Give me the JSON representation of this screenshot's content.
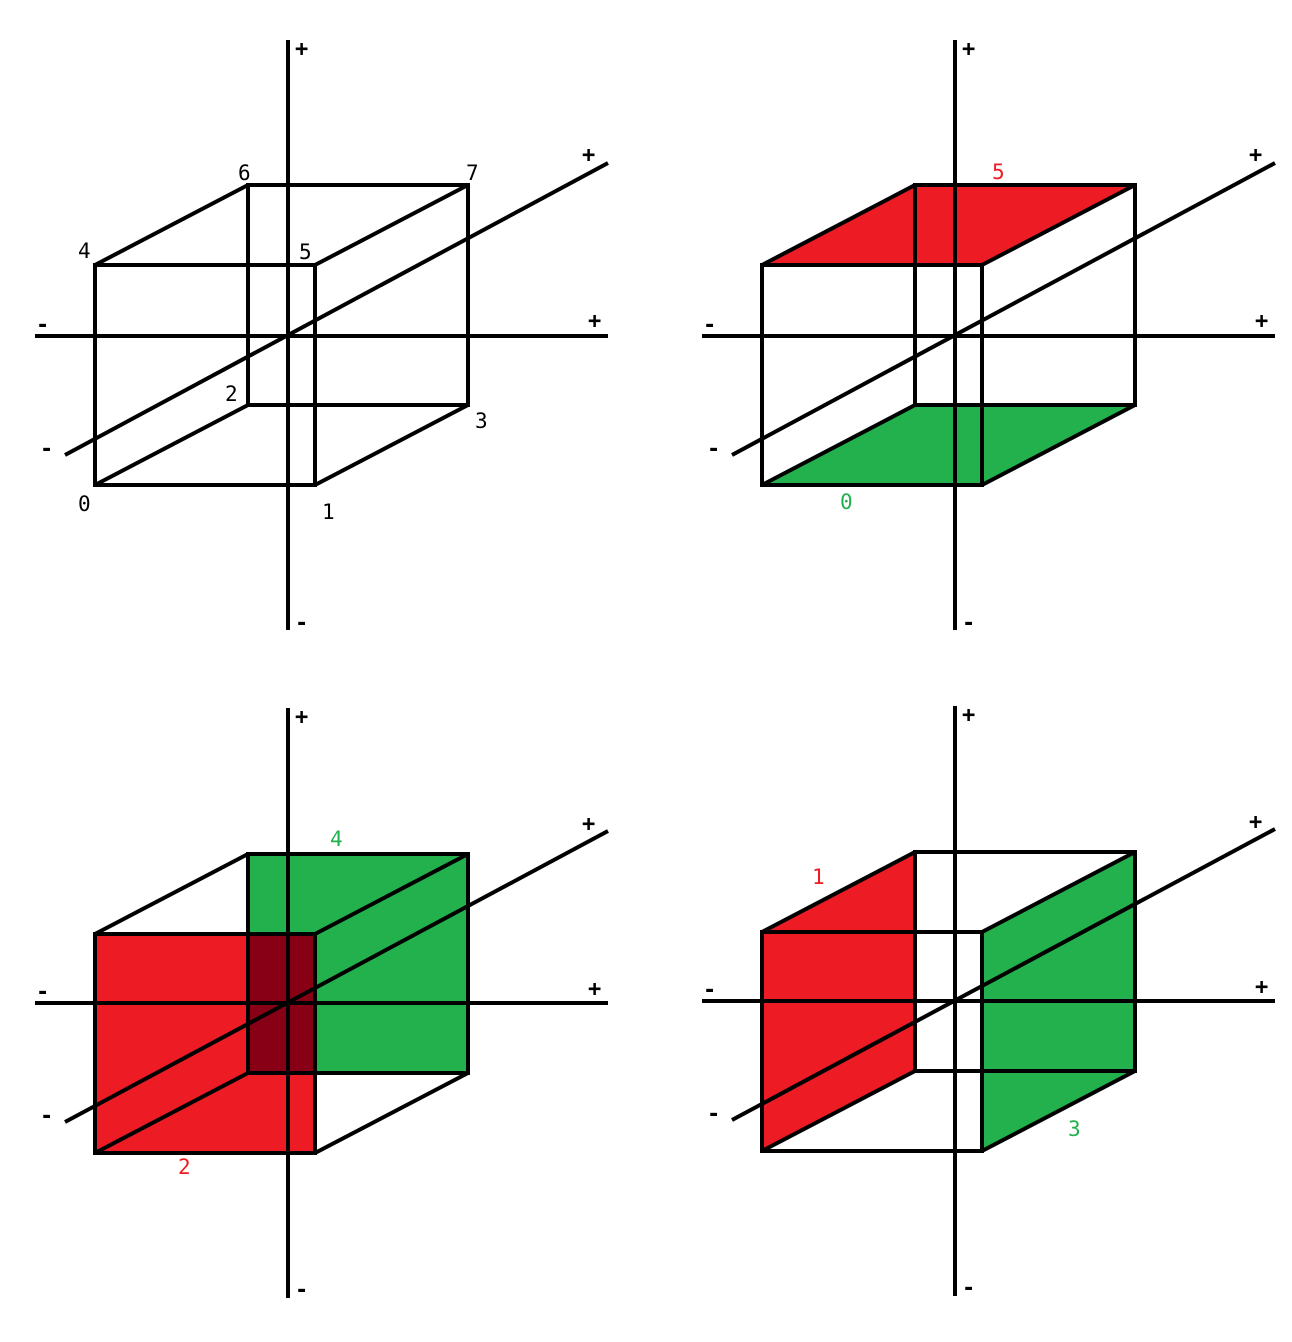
{
  "colors": {
    "red": "#ed1c24",
    "green": "#22b14c",
    "overlap": "#880015",
    "line": "#000000"
  },
  "signs": {
    "plus": "+",
    "minus": "-"
  },
  "panels": [
    {
      "id": "vertices",
      "vertex_labels": [
        "0",
        "1",
        "2",
        "3",
        "4",
        "5",
        "6",
        "7"
      ]
    },
    {
      "id": "faces-0-5",
      "face_labels": [
        {
          "text": "5",
          "color": "red"
        },
        {
          "text": "0",
          "color": "green"
        }
      ]
    },
    {
      "id": "faces-2-4",
      "face_labels": [
        {
          "text": "4",
          "color": "green"
        },
        {
          "text": "2",
          "color": "red"
        }
      ]
    },
    {
      "id": "faces-1-3",
      "face_labels": [
        {
          "text": "1",
          "color": "red"
        },
        {
          "text": "3",
          "color": "green"
        }
      ]
    }
  ]
}
